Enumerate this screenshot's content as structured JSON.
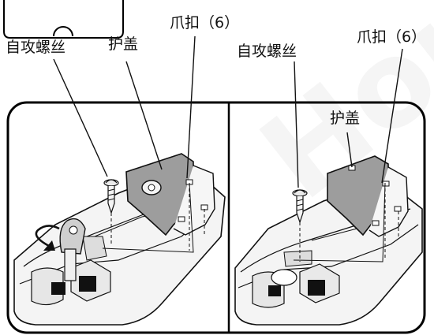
{
  "labels": {
    "left_screw": "自攻螺丝",
    "left_cover": "护盖",
    "left_claw": "爪扣（6）",
    "right_screw": "自攻螺丝",
    "right_claw": "爪扣（6）",
    "right_cover": "护盖"
  },
  "watermark": "Honda",
  "colors": {
    "line": "#111111",
    "frame": "#000000",
    "part_fill": "#f4f4f4",
    "cover_fill": "#9d9d9d"
  },
  "icons": {
    "rotation": "curved-arrow-icon",
    "screw": "screw-icon",
    "key": "key-icon"
  }
}
